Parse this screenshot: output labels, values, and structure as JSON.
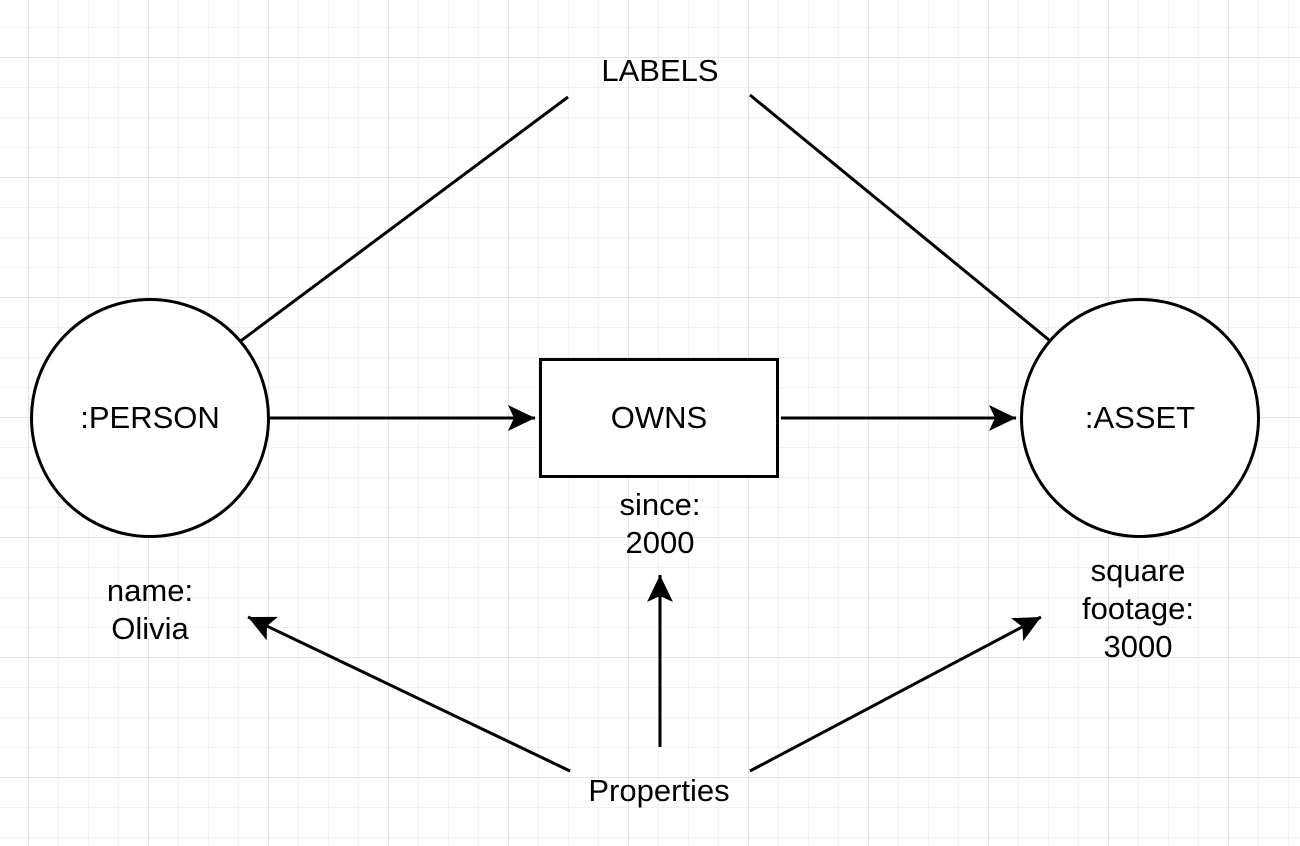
{
  "diagram": {
    "background_color": "#ffffff",
    "stroke_color": "#000000",
    "grid_minor_color": "#f2f2f4",
    "grid_major_color": "#e4e4e7",
    "annotations": {
      "labels_title": "LABELS",
      "properties_title": "Properties"
    },
    "nodes": [
      {
        "id": "person",
        "shape": "circle",
        "label": ":PERSON",
        "property": "name:\nOlivia"
      },
      {
        "id": "owns",
        "shape": "rectangle",
        "label": "OWNS",
        "property": "since:\n2000"
      },
      {
        "id": "asset",
        "shape": "circle",
        "label": ":ASSET",
        "property": "square\nfootage:\n3000"
      }
    ],
    "edges": [
      {
        "id": "labels-to-person",
        "from": "labels_title",
        "to": "person-node"
      },
      {
        "id": "labels-to-asset",
        "from": "labels_title",
        "to": "asset-node"
      },
      {
        "id": "person-to-owns",
        "from": "person-node",
        "to": "owns-node"
      },
      {
        "id": "owns-to-asset",
        "from": "owns-node",
        "to": "asset-node"
      },
      {
        "id": "properties-to-name",
        "from": "properties_title",
        "to": "person-property"
      },
      {
        "id": "properties-to-since",
        "from": "properties_title",
        "to": "owns-property"
      },
      {
        "id": "properties-to-footage",
        "from": "properties_title",
        "to": "asset-property"
      }
    ]
  }
}
